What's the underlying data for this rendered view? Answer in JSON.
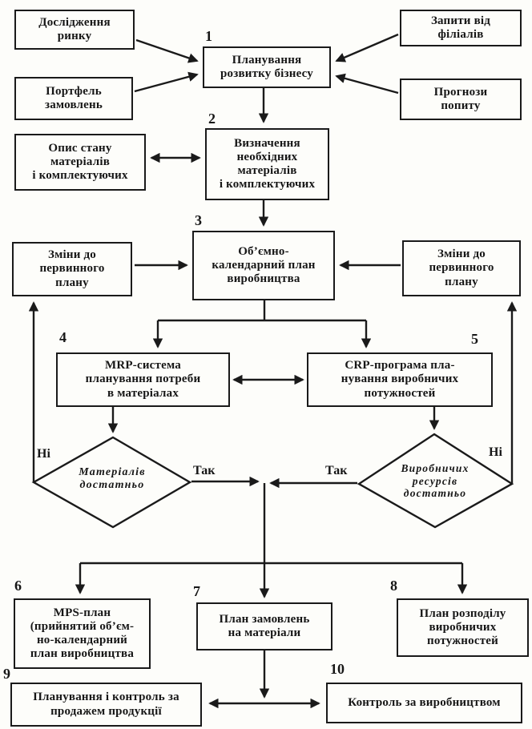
{
  "page": {
    "background": "#fdfdfa",
    "ink": "#1a1a1a"
  },
  "diagram": {
    "kind": "mrp-ii-production-planning-flowchart",
    "language": "uk",
    "nodes": {
      "market_research": "Дослідження\nринку",
      "order_portfolio": "Портфель\nзамовлень",
      "branch_requests": "Запити від\nфіліалів",
      "demand_forecast": "Прогнози\nпопиту",
      "business_development": "Планування\nрозвитку бізнесу",
      "materials_state": "Опис стану\nматеріалів\nі комплектуючих",
      "materials_needed": "Визначення\nнеобхідних\nматеріалів\nі комплектуючих",
      "changes_left": "Зміни до\nпервинного\nплану",
      "master_plan": "Об’ємно-\nкалендарний план\nвиробництва",
      "changes_right": "Зміни до\nпервинного\nплану",
      "mrp_system": "MRP-система\nпланування потреби\nв матеріалах",
      "crp_program": "CRP-програма пла-\nнування виробничих\nпотужностей",
      "materials_enough": "Матеріалів\nдостатньо",
      "resources_enough": "Виробничих\nресурсів\nдостатньо",
      "mps_plan": "MPS-план\n(прийнятий об’єм-\nно-календарний\nплан виробництва",
      "materials_order_plan": "План замовлень\nна матеріали",
      "capacity_distribution": "План розподілу\nвиробничих\nпотужностей",
      "sales_control": "Планування і контроль за\nпродажем продукції",
      "production_control": "Контроль за виробництвом"
    },
    "step_numbers": {
      "n1": "1",
      "n2": "2",
      "n3": "3",
      "n4": "4",
      "n5": "5",
      "n6": "6",
      "n7": "7",
      "n8": "8",
      "n9": "9",
      "n10": "10"
    },
    "branch_labels": {
      "no_left": "Ні",
      "yes_left": "Так",
      "yes_right": "Так",
      "no_right": "Ні"
    }
  }
}
